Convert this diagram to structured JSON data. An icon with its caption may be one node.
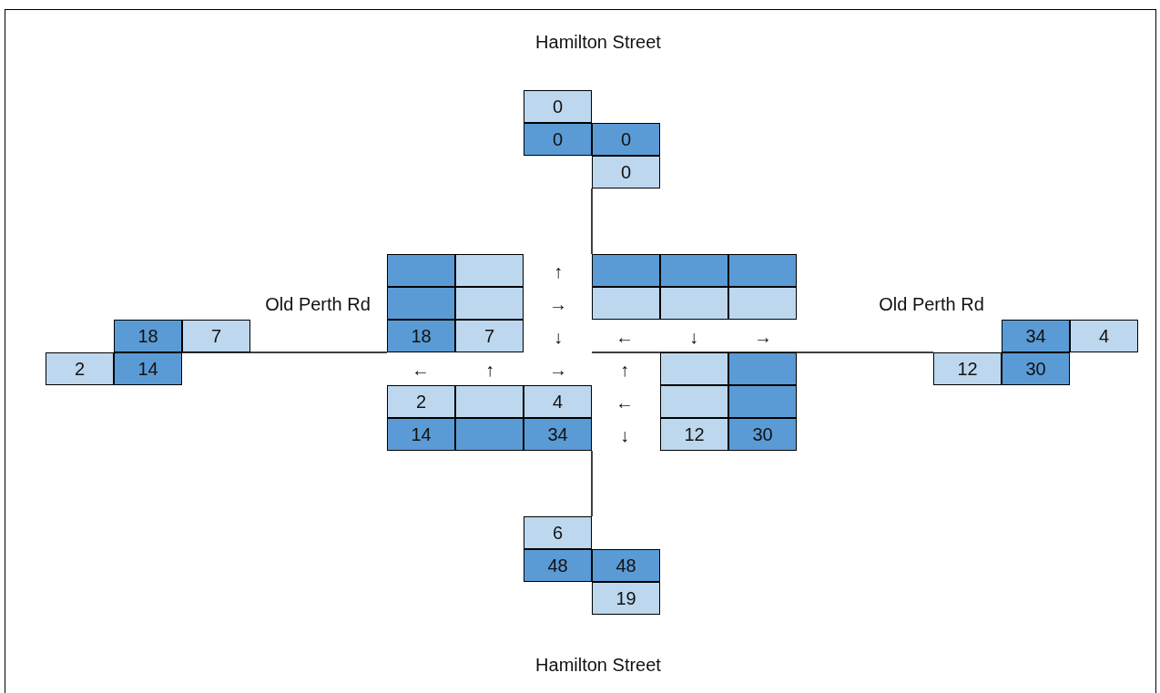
{
  "diagram": {
    "labels": [
      "Hamilton Street",
      "0",
      "0",
      "0",
      "0",
      "↑",
      "Old Perth Rd",
      "→",
      "Old Perth Rd",
      "18",
      "7",
      "18",
      "7",
      "↓",
      "←",
      "↓",
      "→",
      "34",
      "4",
      "2",
      "14",
      "←",
      "↑",
      "→",
      "↑",
      "12",
      "30",
      "2",
      "4",
      "←",
      "14",
      "34",
      "↓",
      "12",
      "30",
      "6",
      "48",
      "48",
      "19",
      "Hamilton Street"
    ]
  }
}
